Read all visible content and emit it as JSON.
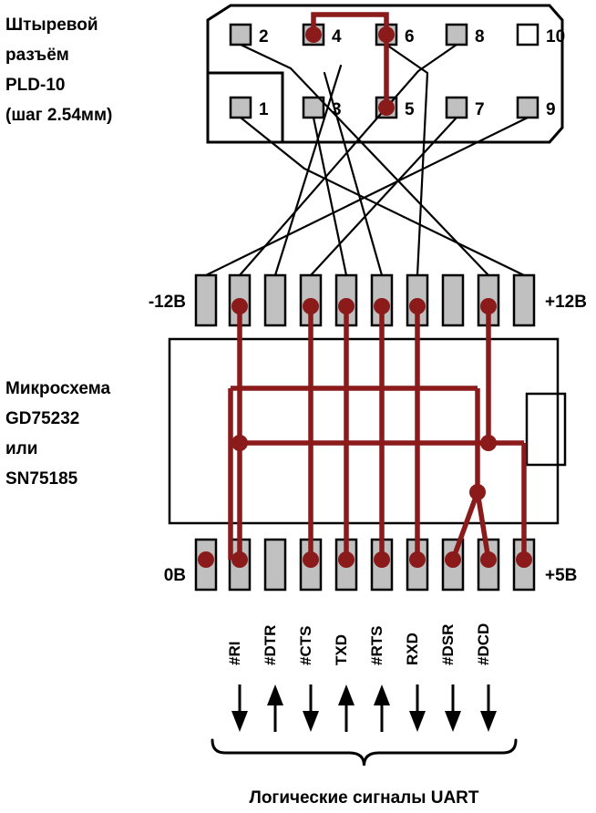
{
  "diagram": {
    "colors": {
      "wire_black": "#000000",
      "wire_red": "#8b1a1a",
      "pad_fill": "#c0c0c0",
      "pad_stroke": "#000000",
      "pad_empty_fill": "#ffffff",
      "background": "#ffffff"
    }
  },
  "connector": {
    "title_lines": [
      "Штыревой",
      "разъём",
      "PLD-10",
      "(шаг 2.54мм)"
    ],
    "pins_top": [
      {
        "num": "2",
        "connected": false
      },
      {
        "num": "4",
        "connected": true
      },
      {
        "num": "6",
        "connected": true
      },
      {
        "num": "8",
        "connected": false
      },
      {
        "num": "10",
        "connected": false,
        "empty": true
      }
    ],
    "pins_bottom": [
      {
        "num": "1",
        "connected": false
      },
      {
        "num": "3",
        "connected": false
      },
      {
        "num": "5",
        "connected": true
      },
      {
        "num": "7",
        "connected": false
      },
      {
        "num": "9",
        "connected": false
      }
    ]
  },
  "chip": {
    "title_lines": [
      "Микросхема",
      "GD75232",
      "или",
      "SN75185"
    ],
    "rail_top_left": "-12В",
    "rail_top_right": "+12В",
    "rail_bottom_left": "0В",
    "rail_bottom_right": "+5В",
    "top_pin_count": 10,
    "bottom_pin_count": 10,
    "top_pins_connected": [
      false,
      true,
      false,
      true,
      true,
      true,
      true,
      false,
      true,
      false
    ],
    "bottom_pins_connected": [
      true,
      true,
      false,
      true,
      true,
      true,
      true,
      true,
      true,
      true
    ]
  },
  "signals": {
    "labels": [
      "#RI",
      "#DTR",
      "#CTS",
      "TXD",
      "#RTS",
      "RXD",
      "#DSR",
      "#DCD"
    ],
    "directions": [
      "down",
      "up",
      "down",
      "up",
      "up",
      "down",
      "down",
      "down"
    ],
    "caption": "Логические сигналы UART"
  }
}
